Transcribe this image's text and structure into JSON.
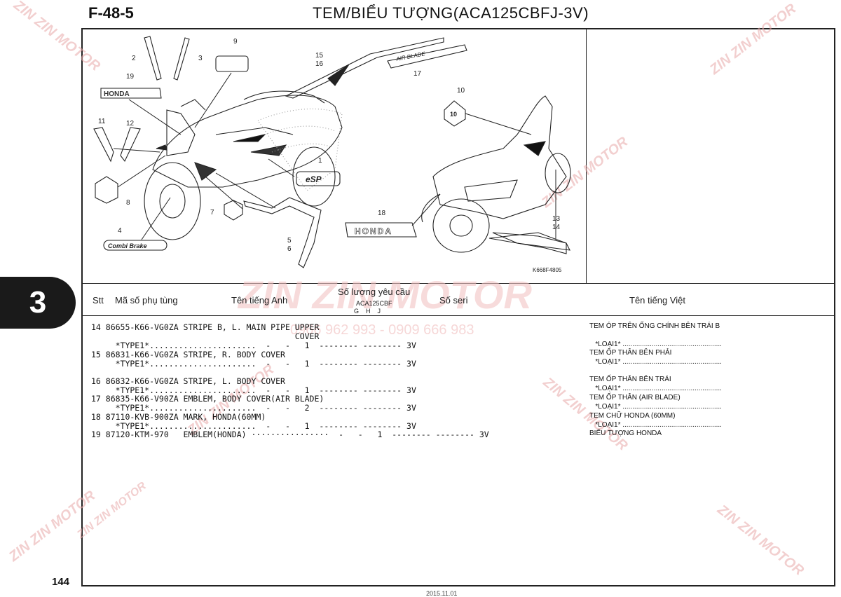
{
  "header": {
    "code": "F-48-5",
    "title": "TEM/BIỂU TƯỢNG(ACA125CBFJ-3V)"
  },
  "section_tab": "3",
  "page_number": "144",
  "diagram": {
    "ref_code": "K668F4805",
    "callouts": [
      "1",
      "2",
      "3",
      "4",
      "5",
      "6",
      "7",
      "8",
      "9",
      "10",
      "11",
      "12",
      "13",
      "14",
      "15",
      "16",
      "17",
      "18",
      "19"
    ],
    "part_texts": {
      "honda": "HONDA",
      "esp": "eSP",
      "combi": "Combi Brake",
      "anniv": "10",
      "airblade": "AIR BLADE"
    }
  },
  "table": {
    "headers": {
      "stt": "Stt",
      "part_no": "Mã số phụ tùng",
      "name_en": "Tên tiếng Anh",
      "qty": "Số lượng yêu cầu",
      "model": "ACA125CBF",
      "cols": "G    H    J",
      "serial": "Số seri",
      "name_vn": "Tên tiếng Việt"
    },
    "rows": [
      {
        "en_line1": "14 86655-K66-VG0ZA STRIPE B, L. MAIN PIPE UPPER",
        "en_line2": "                                          COVER",
        "en_line3": "     *TYPE1*......................  -   -   1  -------- -------- 3V",
        "vn_line1": "TEM ÓP TRÊN ỐNG CHÍNH BÊN TRÁI B",
        "vn_line2": "   *LOẠI1* ..................................................."
      },
      {
        "en_line1": "15 86831-K66-VG0ZA STRIPE, R. BODY COVER",
        "en_line3": "     *TYPE1*......................  -   -   1  -------- -------- 3V",
        "vn_line1": "TEM ỐP THÂN BÊN PHẢI",
        "vn_line2": "   *LOẠI1* ..................................................."
      },
      {
        "en_line1": "16 86832-K66-VG0ZA STRIPE, L. BODY COVER",
        "en_line3": "     *TYPE1*......................  -   -   1  -------- -------- 3V",
        "vn_line1": "TEM ỐP THÂN BÊN TRÁI",
        "vn_line2": "   *LOẠI1* ..................................................."
      },
      {
        "en_line1": "17 86835-K66-V90ZA EMBLEM, BODY COVER(AIR BLADE)",
        "en_line3": "     *TYPE1*......................  -   -   2  -------- -------- 3V",
        "vn_line1": "TEM ỐP THÂN (AIR BLADE)",
        "vn_line2": "   *LOẠI1* ..................................................."
      },
      {
        "en_line1": "18 87110-KVB-900ZA MARK, HONDA(60MM)",
        "en_line3": "     *TYPE1*......................  -   -   1  -------- -------- 3V",
        "vn_line1": "TEM CHỮ HONDA (60MM)",
        "vn_line2": "   *LOẠI1* ..................................................."
      },
      {
        "en_line1": "19 87120-KTM-970   EMBLEM(HONDA) ················  -   -   1  -------- -------- 3V",
        "vn_line1": "BIỂU TƯỢNG HONDA"
      }
    ]
  },
  "watermark": {
    "brand": "ZIN ZIN MOTOR",
    "phone": "0966 962 993 - 0909 666 983"
  },
  "footer_stub": "2015.11.01"
}
